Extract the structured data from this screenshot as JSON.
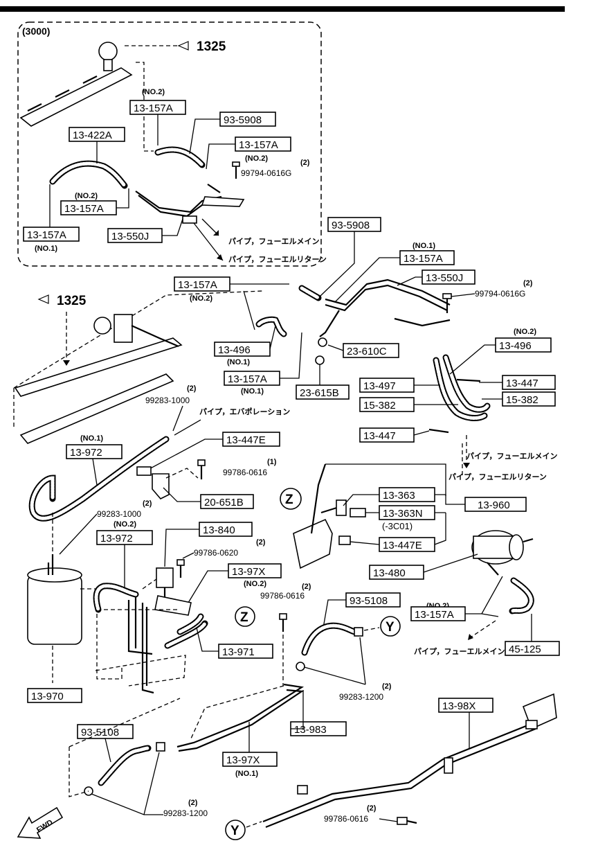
{
  "section_3000": {
    "title": "(3000)",
    "ref_1325": "1325",
    "labels": {
      "no2_a": "(NO.2)",
      "p13157A_a": "13-157A",
      "p935908_a": "93-5908",
      "p13157A_b": "13-157A",
      "no2_b": "(NO.2)",
      "qty_a": "(2)",
      "bolt_a": "99794-0616G",
      "p13422A": "13-422A",
      "no2_c": "(NO.2)",
      "p13157A_c": "13-157A",
      "p13157A_d": "13-157A",
      "no1_a": "(NO.1)",
      "p13550J_a": "13-550J",
      "jp_main_a": "パイプ，フューエルメイン",
      "jp_return_a": "パイプ，フューエルリターン"
    }
  },
  "main": {
    "ref_1325": "1325",
    "labels": {
      "p935908_b": "93-5908",
      "no1_b": "(NO.1)",
      "p13157A_e": "13-157A",
      "p13550J_b": "13-550J",
      "qty_b": "(2)",
      "bolt_b": "99794-0616G",
      "p13157A_f": "13-157A",
      "no2_d": "(NO.2)",
      "no2_e": "(NO.2)",
      "p13496_a": "13-496",
      "p13496_b": "13-496",
      "no1_c": "(NO.1)",
      "p23610C": "23-610C",
      "p13157A_g": "13-157A",
      "no1_d": "(NO.1)",
      "p23615B": "23-615B",
      "p13497": "13-497",
      "p13447_a": "13-447",
      "p15382_a": "15-382",
      "p15382_b": "15-382",
      "p13447_b": "13-447",
      "jp_main_b": "パイプ，フューエルメイン",
      "jp_return_b": "パイプ，フューエルリターン",
      "qty_c": "(2)",
      "clip_c": "99283-1000",
      "jp_evap": "パイプ，エバポレーション",
      "no1_e": "(NO.1)",
      "p13972_a": "13-972",
      "p13447E_a": "13-447E",
      "qty_d": "(1)",
      "bolt_d": "99786-0616",
      "p20651B": "20-651B",
      "qty_e": "(2)",
      "clip_e": "99283-1000",
      "no2_f": "(NO.2)",
      "p13972_b": "13-972",
      "p13840": "13-840",
      "qty_f": "(2)",
      "bolt_f": "99786-0620",
      "p1397X_a": "13-97X",
      "no2_g": "(NO.2)",
      "qty_g": "(2)",
      "bolt_g": "99786-0616",
      "z_marker": "Z",
      "p13971": "13-971",
      "p13970": "13-970",
      "p13363": "13-363",
      "p13960": "13-960",
      "p13363N": "13-363N",
      "code_3c01": "(-3C01)",
      "p13447E_b": "13-447E",
      "z_marker2": "Z",
      "p13480": "13-480",
      "p935108_a": "93-5108",
      "y_marker": "Y",
      "no2_h": "(NO.2)",
      "p13157A_h": "13-157A",
      "jp_main_c": "パイプ，フューエルメイン",
      "p45125": "45-125",
      "qty_i": "(2)",
      "clip_i": "99283-1200",
      "p13983": "13-983",
      "p1397X_b": "13-97X",
      "no1_f": "(NO.1)",
      "p13098X": "13-98X",
      "p935108_b": "93-5108",
      "qty_j": "(2)",
      "clip_j": "99283-1200",
      "qty_k": "(2)",
      "bolt_k": "99786-0616",
      "y_marker2": "Y",
      "fwd": "FWD"
    }
  }
}
